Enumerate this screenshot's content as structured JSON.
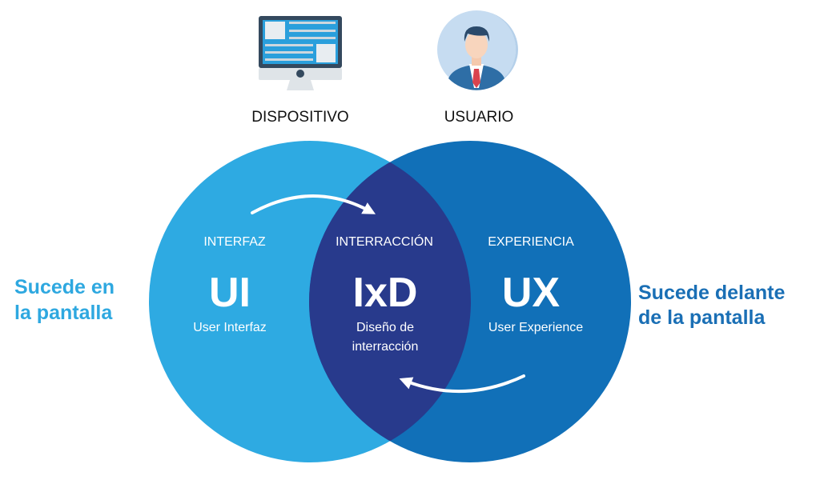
{
  "top": {
    "device_label": "DISPOSITIVO",
    "user_label": "USUARIO"
  },
  "left_circle": {
    "heading": "INTERFAZ",
    "acronym": "UI",
    "subtitle": "User Interfaz"
  },
  "center": {
    "heading": "INTERRACCIÓN",
    "acronym": "IxD",
    "subtitle_line1": "Diseño de",
    "subtitle_line2": "interracción"
  },
  "right_circle": {
    "heading": "EXPERIENCIA",
    "acronym": "UX",
    "subtitle": "User Experience"
  },
  "side_left": {
    "line1": "Sucede en",
    "line2": "la pantalla"
  },
  "side_right": {
    "line1": "Sucede delante",
    "line2": "de la pantalla"
  },
  "colors": {
    "ui": "#2eaae2",
    "ux": "#1170b8",
    "ixd": "#283a8c",
    "left_text": "#2ea8e0",
    "right_text": "#1a6fb5"
  }
}
